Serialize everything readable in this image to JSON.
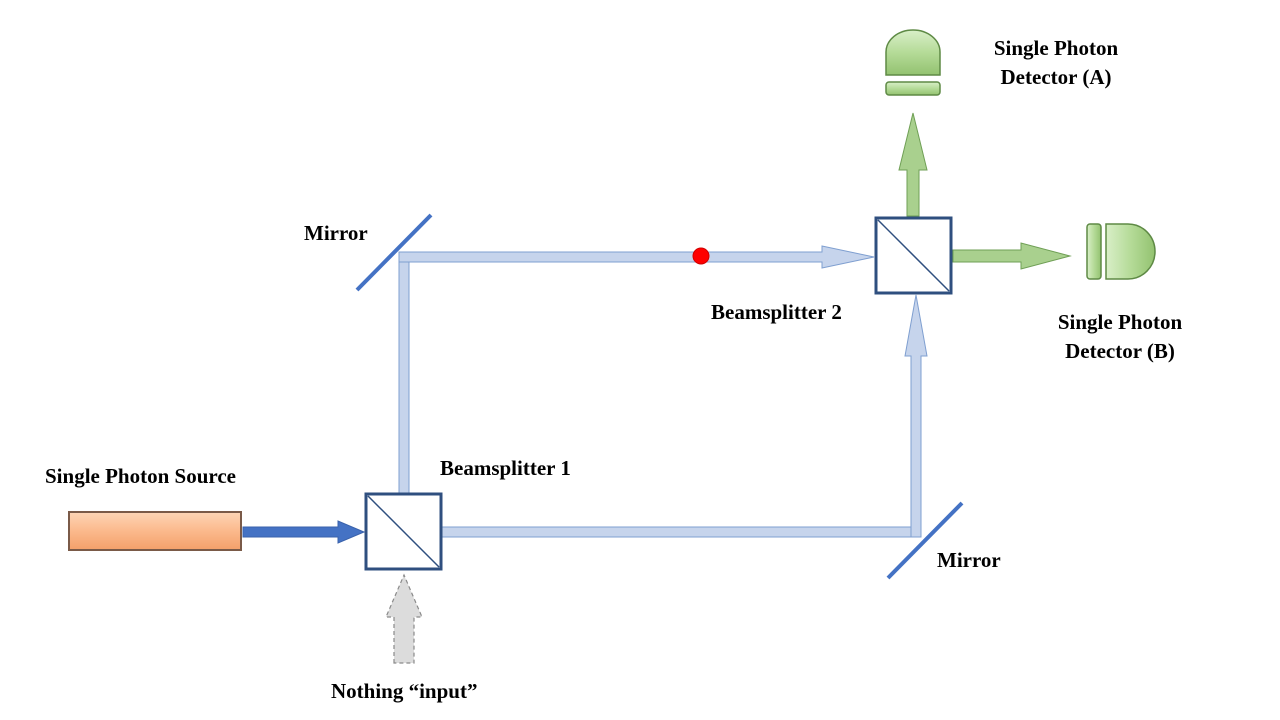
{
  "labels": {
    "source": "Single Photon Source",
    "bs1": "Beamsplitter 1",
    "bs2": "Beamsplitter 2",
    "mirror_top": "Mirror",
    "mirror_bottom": "Mirror",
    "detector_a_line1": "Single Photon",
    "detector_a_line2": "Detector (A)",
    "detector_b_line1": "Single Photon",
    "detector_b_line2": "Detector (B)",
    "nothing_input": "Nothing “input”"
  },
  "colors": {
    "source_fill": "#fbb98c",
    "source_stroke": "#7a5a48",
    "beam_fill": "#c6d4ec",
    "beam_stroke": "#7f9fd0",
    "input_arrow": "#4472c4",
    "splitter_stroke": "#2f4f7f",
    "mirror": "#4472c4",
    "output_beam": "#a9d08e",
    "output_stroke": "#6f9f55",
    "detector_fill": "#b7dc9c",
    "detector_stroke": "#5e8a45",
    "nothing_fill": "#dcdcdc",
    "nothing_stroke": "#8a8a8a",
    "photon": "#ff0000"
  }
}
